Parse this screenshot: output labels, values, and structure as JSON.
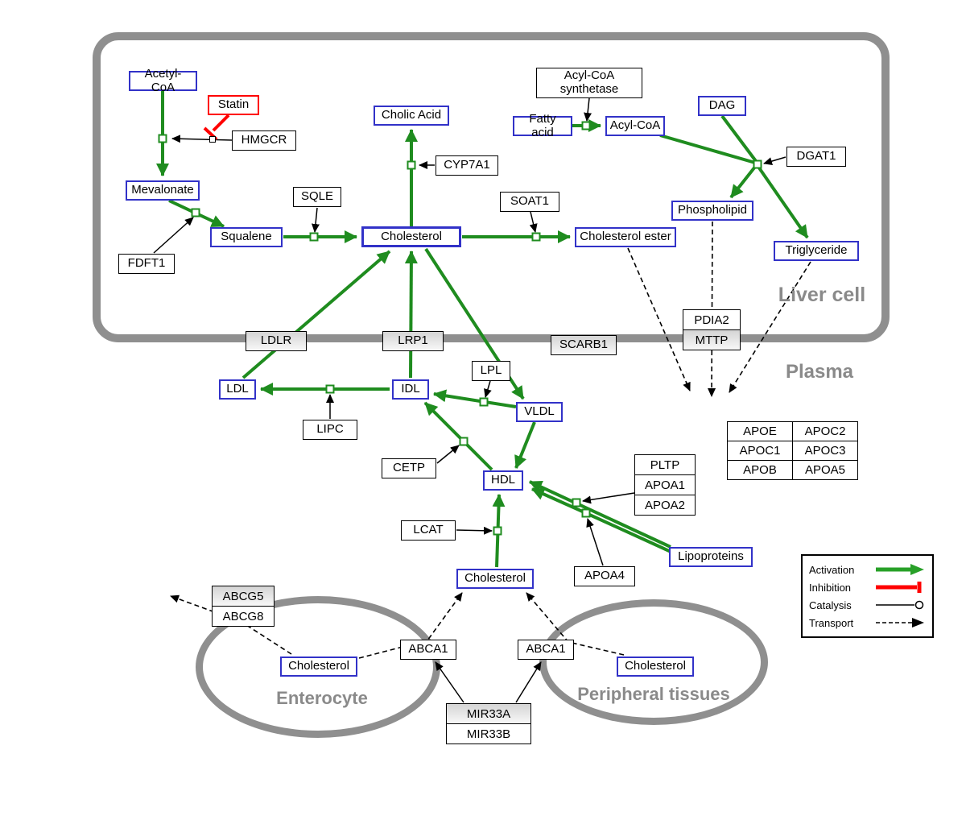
{
  "diagram": {
    "compartments": {
      "liver": "Liver cell",
      "plasma": "Plasma",
      "enterocyte": "Enterocyte",
      "peripheral": "Peripheral tissues"
    },
    "nodes": {
      "acetyl_coa": "Acetyl-CoA",
      "statin": "Statin",
      "hmgcr": "HMGCR",
      "mevalonate": "Mevalonate",
      "fdft1": "FDFT1",
      "squalene": "Squalene",
      "sqle": "SQLE",
      "cholic_acid": "Cholic Acid",
      "cyp7a1": "CYP7A1",
      "cholesterol_liver": "Cholesterol",
      "soat1": "SOAT1",
      "cholesterol_ester": "Cholesterol ester",
      "acyl_coa_synthetase": {
        "line1": "Acyl-CoA",
        "line2": "synthetase"
      },
      "fatty_acid": "Fatty acid",
      "acyl_coa": "Acyl-CoA",
      "dag": "DAG",
      "dgat1": "DGAT1",
      "phospholipid": "Phospholipid",
      "triglyceride": "Triglyceride",
      "pdia2": "PDIA2",
      "mttp": "MTTP",
      "ldlr": "LDLR",
      "lrp1": "LRP1",
      "scarb1": "SCARB1",
      "ldl": "LDL",
      "idl": "IDL",
      "lpl": "LPL",
      "vldl": "VLDL",
      "lipc": "LIPC",
      "cetp": "CETP",
      "hdl": "HDL",
      "pltp": "PLTP",
      "apoa1": "APOA1",
      "apoa2": "APOA2",
      "lcat": "LCAT",
      "apoa4": "APOA4",
      "lipoproteins": "Lipoproteins",
      "cholesterol_plasma": "Cholesterol",
      "abcg5": "ABCG5",
      "abcg8": "ABCG8",
      "cholesterol_enterocyte": "Cholesterol",
      "abca1_left": "ABCA1",
      "abca1_right": "ABCA1",
      "cholesterol_peripheral": "Cholesterol",
      "mir33a": "MIR33A",
      "mir33b": "MIR33B"
    },
    "apo_table": {
      "rows": [
        [
          "APOE",
          "APOC2"
        ],
        [
          "APOC1",
          "APOC3"
        ],
        [
          "APOB",
          "APOA5"
        ]
      ]
    },
    "legend": {
      "activation": "Activation",
      "inhibition": "Inhibition",
      "catalysis": "Catalysis",
      "transport": "Transport"
    },
    "colors": {
      "activation_green": "#1f8c1f",
      "inhibition_red": "#ff0000",
      "metabolite_border_blue": "#3232c8",
      "membrane_gray": "#8f8f8f"
    }
  }
}
